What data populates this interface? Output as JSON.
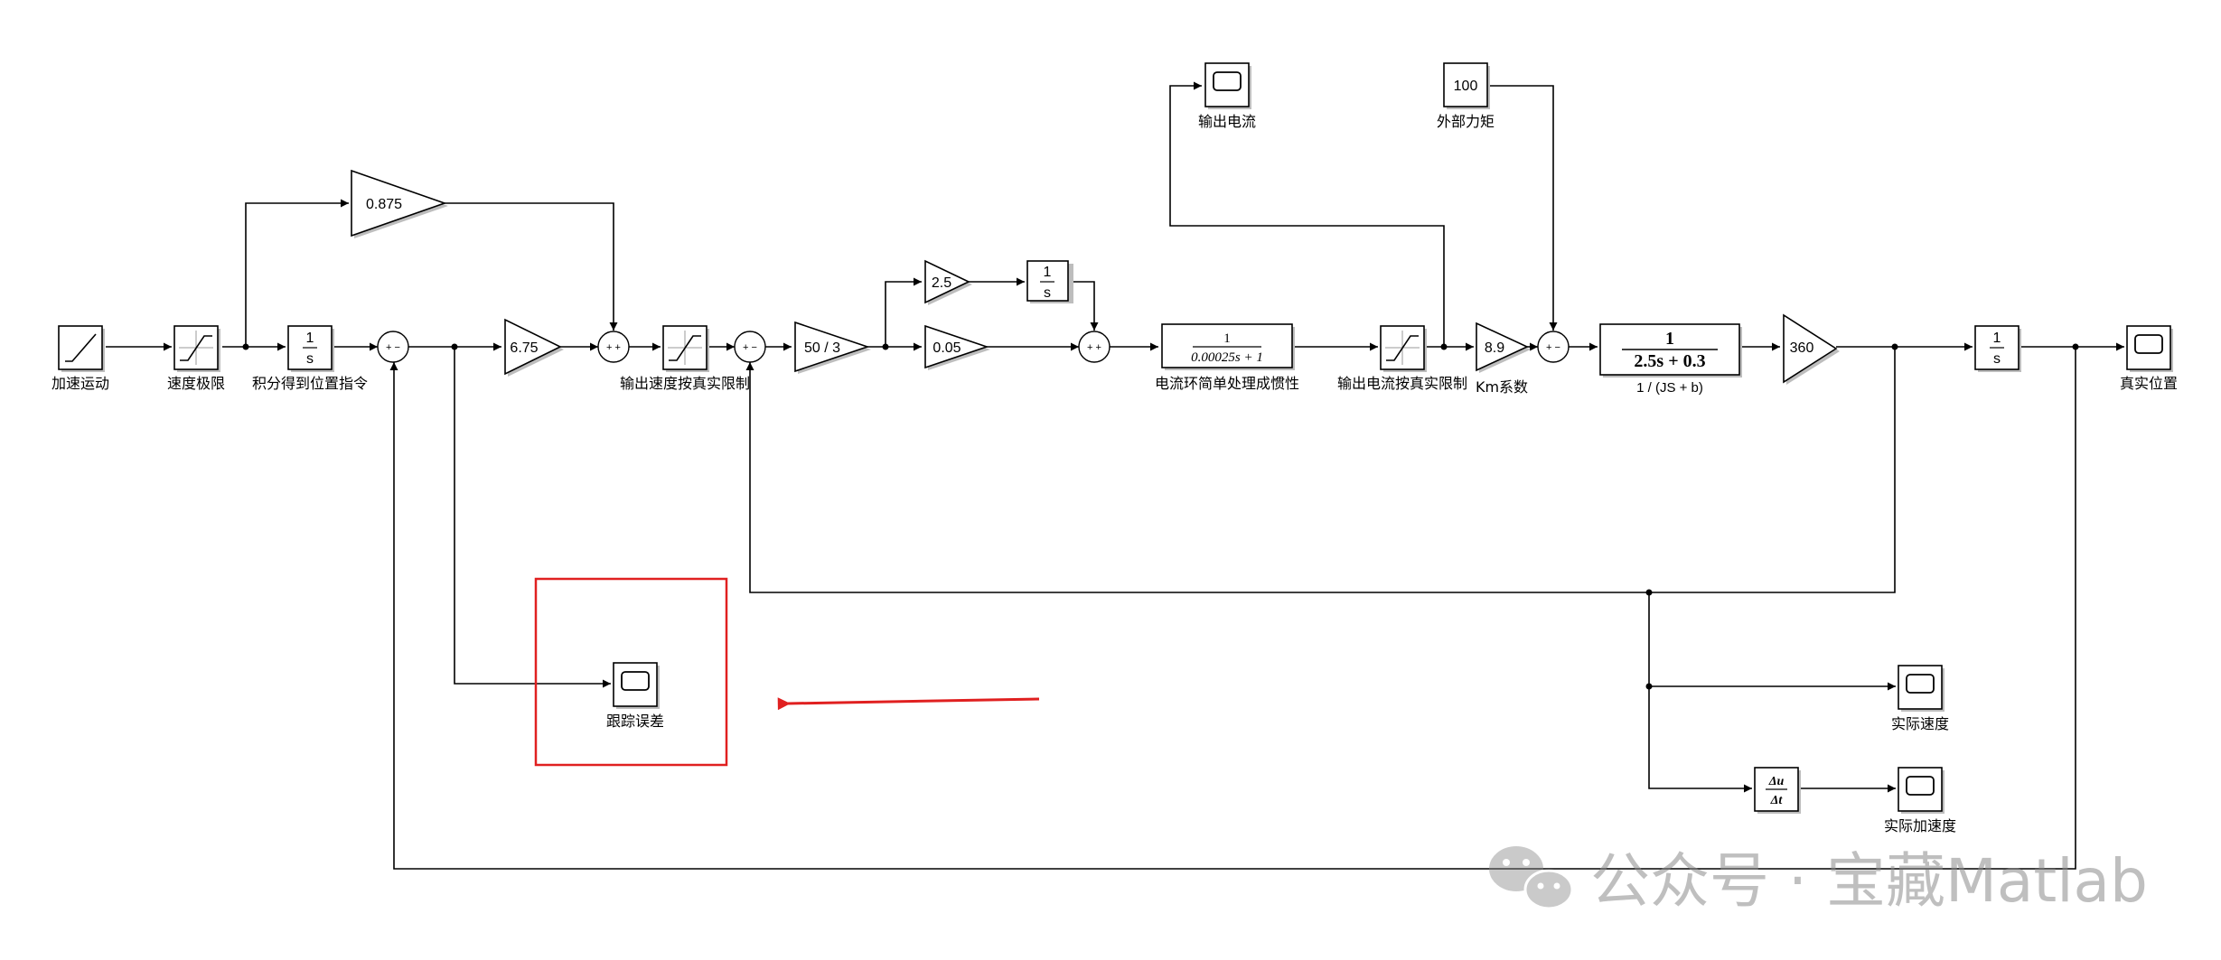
{
  "blocks": {
    "ramp": {
      "label": "加速运动"
    },
    "sat1": {
      "label": "速度极限"
    },
    "int1": {
      "num": "1",
      "den": "s",
      "label": "积分得到位置指令"
    },
    "gain_ff": {
      "value": "0.875"
    },
    "gain_kp": {
      "value": "6.75"
    },
    "sat_speed": {
      "label": "输出速度按真实限制"
    },
    "gain_50_3": {
      "value": "50 / 3"
    },
    "gain_ki": {
      "value": "2.5"
    },
    "int2": {
      "num": "1",
      "den": "s"
    },
    "gain_kp2": {
      "value": "0.05"
    },
    "tf_current": {
      "num": "1",
      "den": "0.00025s + 1",
      "label": "电流环简单处理成惯性"
    },
    "scope_current": {
      "label": "输出电流"
    },
    "const_torque": {
      "value": "100",
      "label": "外部力矩"
    },
    "sat_current": {
      "label": "输出电流按真实限制"
    },
    "gain_km": {
      "value": "8.9",
      "label": "Km系数"
    },
    "tf_plant": {
      "num": "1",
      "den": "2.5s + 0.3",
      "label": "1 / (JS + b)"
    },
    "gain_360": {
      "value": "360"
    },
    "int3": {
      "num": "1",
      "den": "s"
    },
    "scope_pos": {
      "label": "真实位置"
    },
    "scope_err": {
      "label": "跟踪误差"
    },
    "scope_speed": {
      "label": "实际速度"
    },
    "deriv": {
      "num": "Δu",
      "den": "Δt"
    },
    "scope_acc": {
      "label": "实际加速度"
    }
  },
  "sum_signs": {
    "sum1": "+ −",
    "sum2": "+ +",
    "sum3": "+ −",
    "sum4": "+ +",
    "sum5": "+ −"
  },
  "annotation": {
    "highlight_color": "#e02020",
    "arrow_color": "#e02020"
  },
  "watermark": {
    "text": "公众号 · 宝藏Matlab"
  }
}
